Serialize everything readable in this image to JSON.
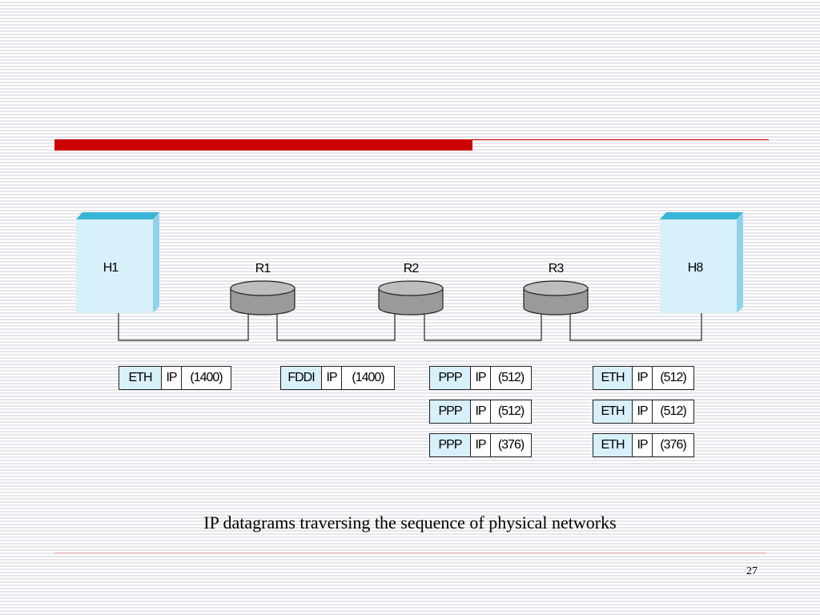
{
  "nodes": {
    "h1": "H1",
    "r1": "R1",
    "r2": "R2",
    "r3": "R3",
    "h8": "H8"
  },
  "frames": {
    "net1": [
      {
        "link": "ETH",
        "net": "IP",
        "size": "(1400)"
      }
    ],
    "net2": [
      {
        "link": "FDDI",
        "net": "IP",
        "size": "(1400)"
      }
    ],
    "net3": [
      {
        "link": "PPP",
        "net": "IP",
        "size": "(512)"
      },
      {
        "link": "PPP",
        "net": "IP",
        "size": "(512)"
      },
      {
        "link": "PPP",
        "net": "IP",
        "size": "(376)"
      }
    ],
    "net4": [
      {
        "link": "ETH",
        "net": "IP",
        "size": "(512)"
      },
      {
        "link": "ETH",
        "net": "IP",
        "size": "(512)"
      },
      {
        "link": "ETH",
        "net": "IP",
        "size": "(376)"
      }
    ]
  },
  "caption": "IP datagrams traversing the sequence of physical networks",
  "page_number": "27",
  "colors": {
    "accent_red": "#cc0000",
    "host_face": "#d8f0fa",
    "host_top": "#3ab4d6",
    "router_body": "#9a9a9a",
    "router_top": "#bdbdbd",
    "link_cell": "#d8f0fa"
  }
}
